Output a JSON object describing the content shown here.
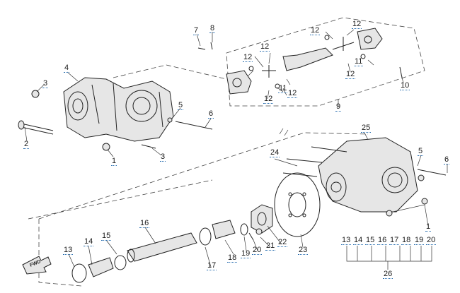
{
  "diagram": {
    "callouts": [
      "1",
      "1",
      "2",
      "3",
      "3",
      "4",
      "5",
      "5",
      "6",
      "6",
      "7",
      "8",
      "9",
      "10",
      "11",
      "11",
      "12",
      "12",
      "12",
      "12",
      "12",
      "12",
      "12",
      "13",
      "13",
      "14",
      "14",
      "15",
      "15",
      "16",
      "16",
      "17",
      "17",
      "18",
      "18",
      "19",
      "19",
      "20",
      "20",
      "21",
      "22",
      "23",
      "24",
      "25",
      "26"
    ],
    "fwd_label": "FWD"
  }
}
